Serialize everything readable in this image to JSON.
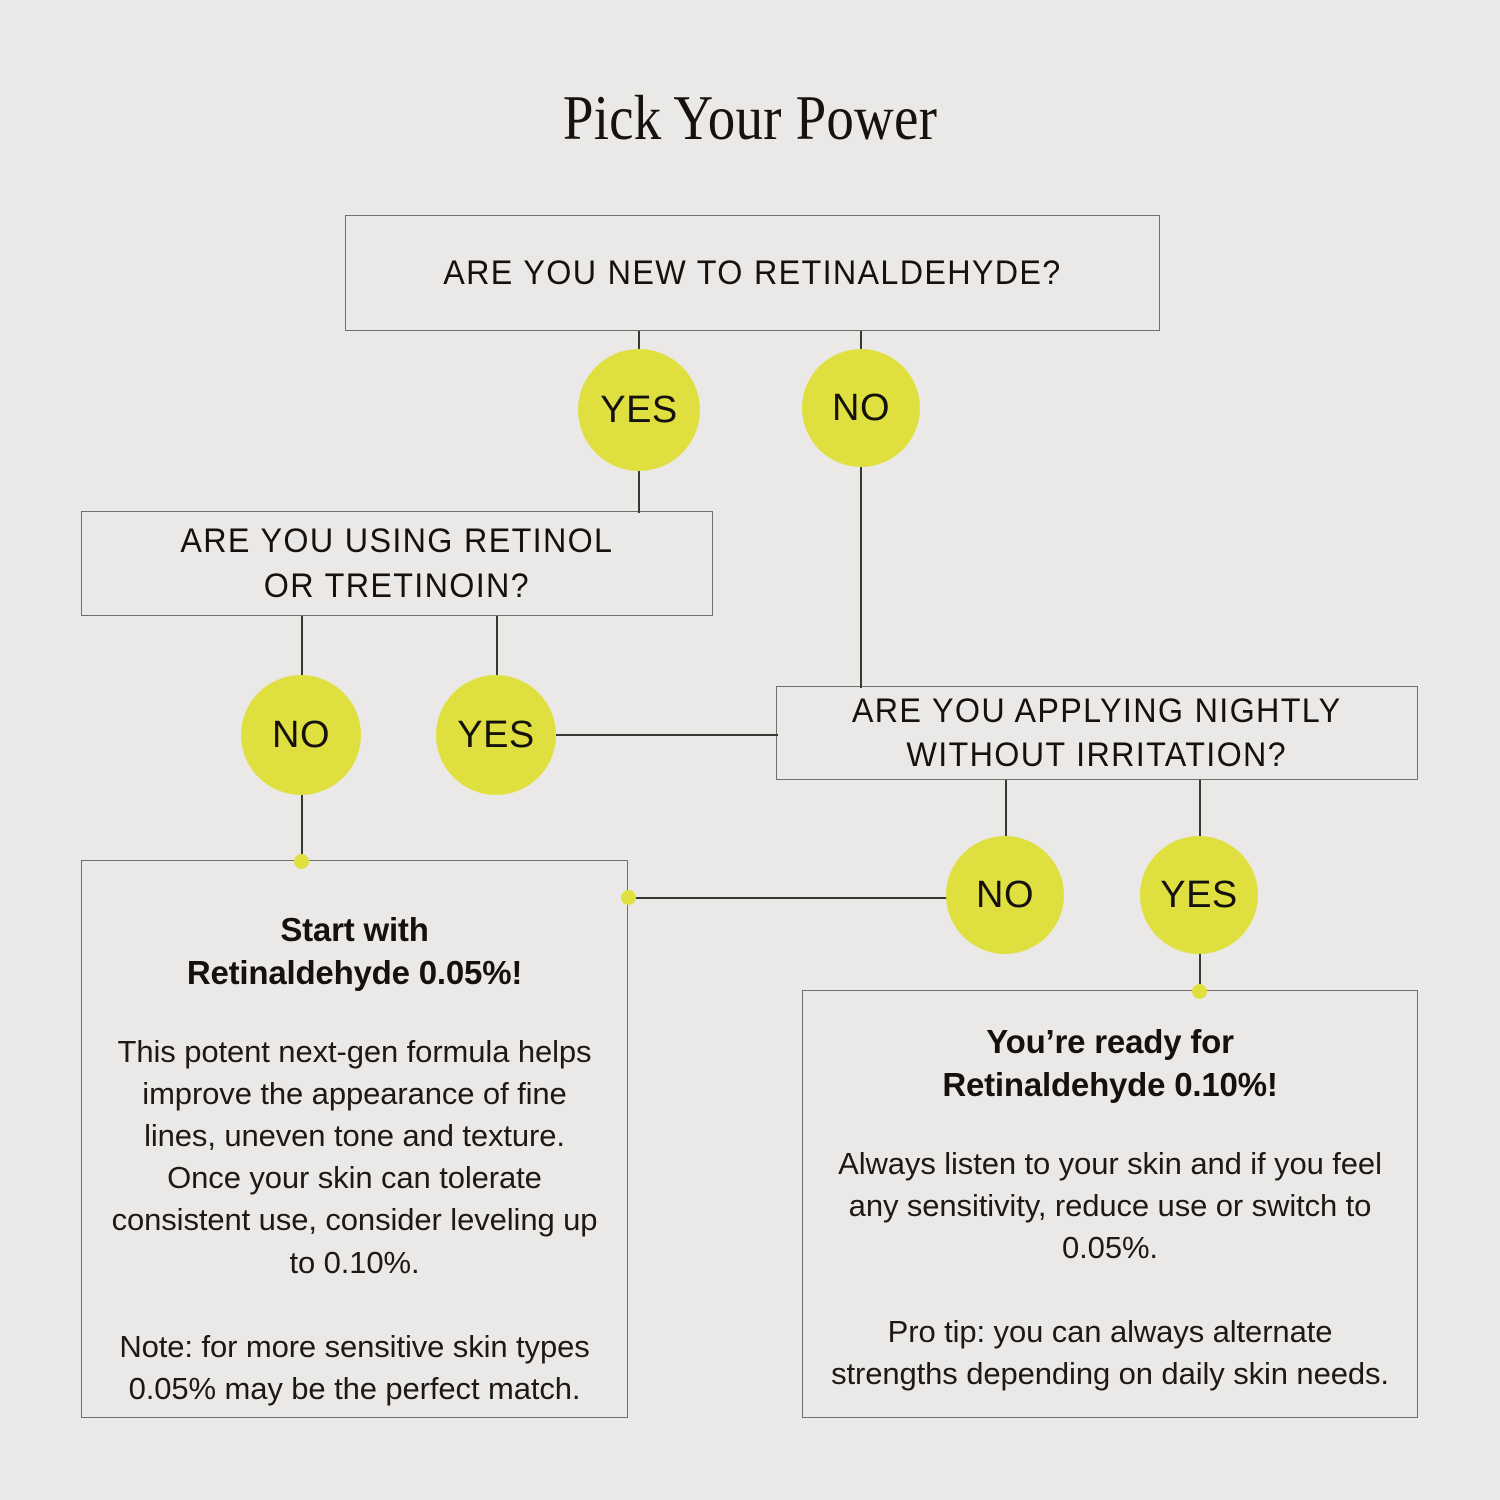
{
  "page": {
    "title": "Pick Your Power",
    "background_color": "#eae9e7",
    "accent_color": "#dfe03f",
    "line_color": "#3a3833",
    "box_border_color": "#6f6f6d",
    "text_color": "#14110e"
  },
  "questions": {
    "q1": "ARE YOU NEW TO RETINALDEHYDE?",
    "q2_line1": "ARE YOU USING RETINOL",
    "q2_line2": "OR TRETINOIN?",
    "q3_line1": "ARE YOU APPLYING NIGHTLY",
    "q3_line2": "WITHOUT IRRITATION?"
  },
  "choices": {
    "q1_yes": "YES",
    "q1_no": "NO",
    "q2_no": "NO",
    "q2_yes": "YES",
    "q3_no": "NO",
    "q3_yes": "YES"
  },
  "results": {
    "left": {
      "heading_line1": "Start with",
      "heading_line2": "Retinaldehyde 0.05%!",
      "paragraph_1": "This potent next-gen formula helps improve the appearance of fine lines, uneven tone and texture. Once your skin can tolerate consistent use, consider leveling up to 0.10%.",
      "paragraph_2": "Note: for more sensitive skin types 0.05% may be the perfect match."
    },
    "right": {
      "heading_line1": "You’re ready for",
      "heading_line2": "Retinaldehyde 0.10%!",
      "paragraph_1": "Always listen to your skin and if you feel any sensitivity, reduce use or switch to 0.05%.",
      "paragraph_2": "Pro tip: you can always alternate strengths depending on daily skin needs."
    }
  }
}
